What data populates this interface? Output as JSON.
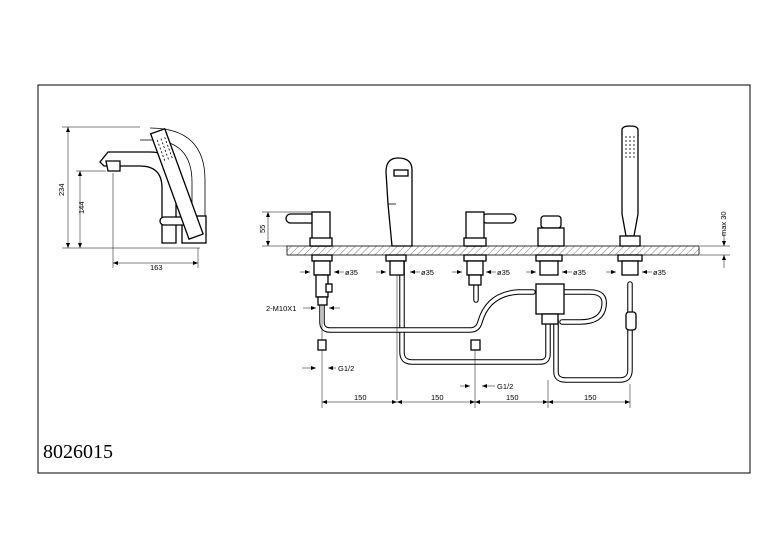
{
  "drawing": {
    "product_code": "8026015",
    "side_view": {
      "height_total": "234",
      "height_spout": "144",
      "reach": "163"
    },
    "front_view": {
      "deck_height": "55",
      "deck_thickness": "max 30",
      "hole_diameter": "ø35",
      "thread_inlet": "2-M10X1",
      "connection_left": "G1/2",
      "connection_right": "G1/2",
      "spacings": [
        "150",
        "150",
        "150",
        "150"
      ]
    }
  }
}
